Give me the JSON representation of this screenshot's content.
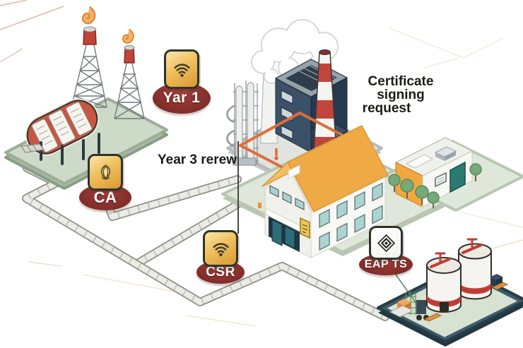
{
  "notes": {
    "certificate": {
      "line1": "Certificate",
      "line2": "signing",
      "line3": "request"
    },
    "year3": "Year 3 rerew"
  },
  "badges": [
    {
      "label": "Yar 1",
      "icon": "wifi-icon"
    },
    {
      "label": "CA",
      "icon": "seal-icon"
    },
    {
      "label": "CSR",
      "icon": "wifi-icon"
    },
    {
      "label": "EAP TS",
      "icon": "nested-diamond-icon"
    }
  ],
  "colors": {
    "badge_oval_red": "#8a312e",
    "badge_tile_yellow": "#eec05d",
    "badge_tile_white": "#fcfcfa",
    "pipe_orange": "#de6e3a",
    "roof_orange": "#efa945",
    "pipeline_gray": "#ecece7",
    "pad_green": "#ccd9c6",
    "ground_green": "#dfe7da",
    "platform_teal": "#3f5c6a",
    "tank_red": "#c95642",
    "stripe_red": "#c1453a",
    "navy_building": "#3b5168",
    "window_teal": "#abd4d1",
    "tree_green": "#76a878",
    "label_ink": "#1b1b18"
  }
}
